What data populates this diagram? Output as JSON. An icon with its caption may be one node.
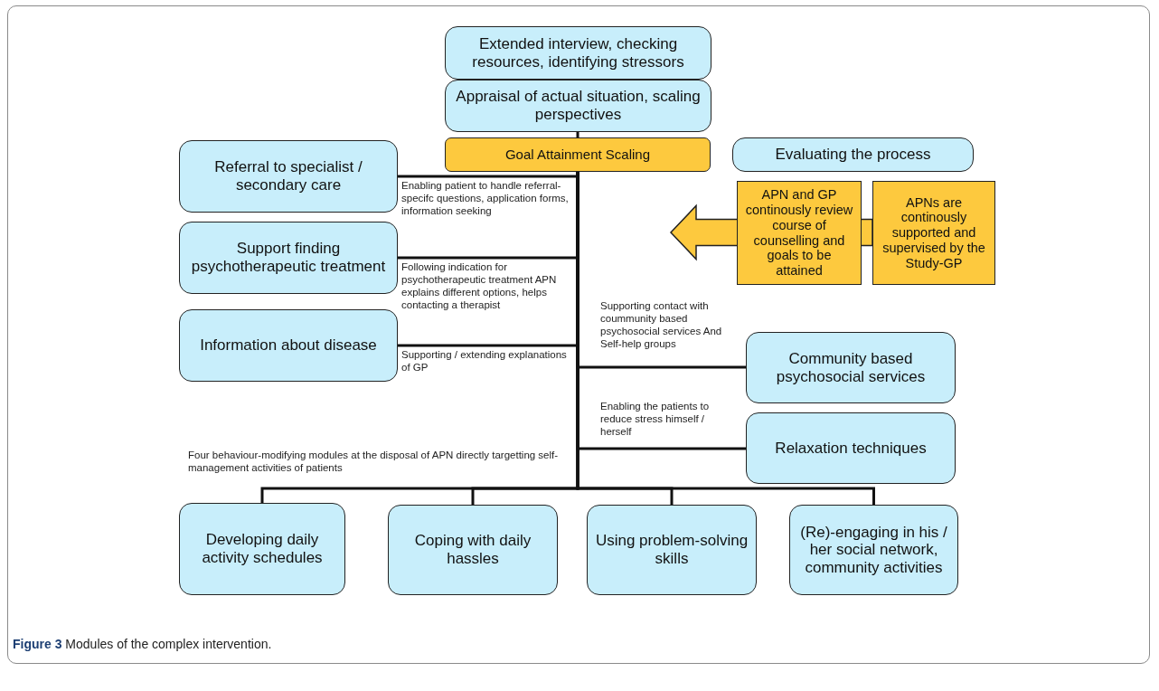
{
  "diagram": {
    "caption": "**Figure 3** Modules of the complex intervention.",
    "nodes": [
      {
        "text": [
          "Extended interview, checking resources, identifying stressors"
        ]
      },
      {
        "text": [
          "Appraisal of actual situation, scaling perspectives"
        ]
      },
      {
        "text": [
          "Goal Attainment Scaling"
        ]
      },
      {
        "text": [
          "Evaluating the process"
        ]
      },
      {
        "text": [
          "Referral to specialist / secondary care"
        ]
      },
      {
        "text": [
          "Support finding psychotherapeutic treatment"
        ]
      },
      {
        "text": [
          "Information about disease"
        ]
      },
      {
        "text": [
          "Community based psychosocial services"
        ]
      },
      {
        "text": [
          "Relaxation techniques"
        ]
      },
      {
        "text": [
          "APN and GP continously review course of counselling and goals to be attained"
        ]
      },
      {
        "text": [
          "APNs are continously supported and supervised by the Study-GP"
        ]
      },
      {
        "text": [
          "Developing daily activity schedules"
        ]
      },
      {
        "text": [
          "Coping with daily hassles"
        ]
      },
      {
        "text": [
          "Using problem-solving skills"
        ]
      },
      {
        "text": [
          "(Re)-engaging in his / her social network, community activities"
        ]
      }
    ],
    "edges": [
      {
        "from": 1,
        "to": 2,
        "arrow": "none"
      },
      {
        "from": 2,
        "to": 4,
        "arrow": "none",
        "label": "Enabling patient to handle referral-specifc questions, application forms, information seeking"
      },
      {
        "from": 2,
        "to": 5,
        "arrow": "none",
        "label": "Following indication for psychotherapeutic treatment APN explains different options, helps contacting a therapist"
      },
      {
        "from": 2,
        "to": 6,
        "arrow": "none",
        "label": "Supporting / extending explanations of GP"
      },
      {
        "from": 2,
        "to": 7,
        "arrow": "none",
        "label": "Supporting contact with coummunity based psychosocial services And Self-help groups"
      },
      {
        "from": 2,
        "to": 8,
        "arrow": "none",
        "label": "Enabling the patients to reduce stress himself / herself"
      },
      {
        "from": 2,
        "to": 11,
        "arrow": "none"
      },
      {
        "from": 2,
        "to": 12,
        "arrow": "none"
      },
      {
        "from": 2,
        "to": 13,
        "arrow": "none"
      },
      {
        "from": 2,
        "to": 14,
        "arrow": "none"
      },
      {
        "from": 10,
        "to": null,
        "arrow": "to",
        "style": "thick",
        "color": "#fdc93e"
      }
    ],
    "labels": [
      "Four behaviour-modifying modules at the disposal of APN directly targetting self-management activities of patients"
    ]
  }
}
